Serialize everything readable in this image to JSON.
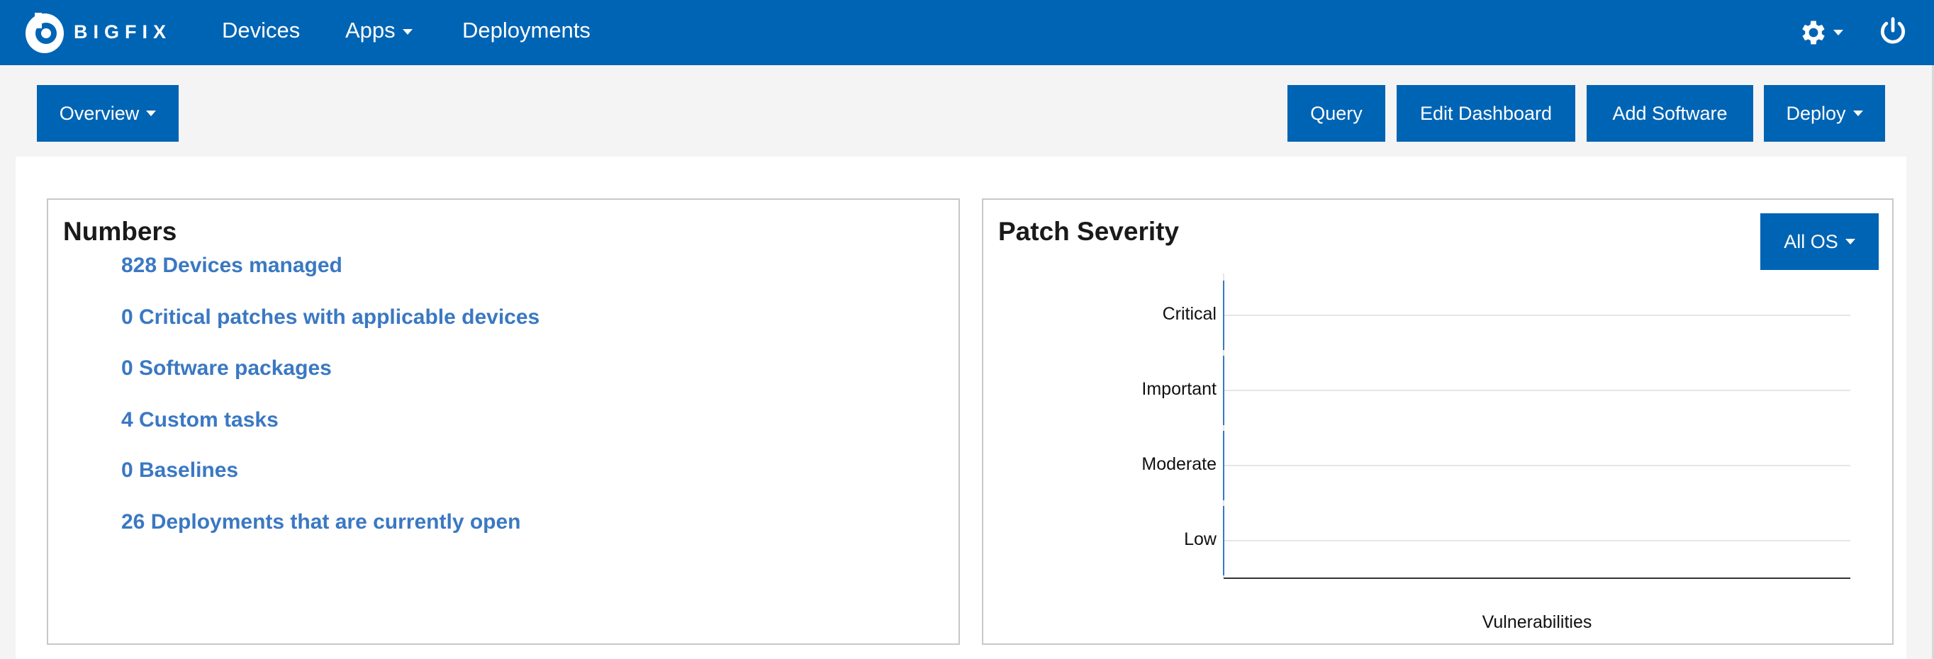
{
  "nav": {
    "brand": "BIGFIX",
    "items": [
      {
        "label": "Devices",
        "dropdown": false
      },
      {
        "label": "Apps",
        "dropdown": true
      },
      {
        "label": "Deployments",
        "dropdown": false
      }
    ],
    "icons": [
      "settings-gear-icon",
      "power-icon"
    ]
  },
  "toolbar": {
    "overview_label": "Overview",
    "query_label": "Query",
    "edit_dashboard_label": "Edit Dashboard",
    "add_software_label": "Add Software",
    "deploy_label": "Deploy"
  },
  "numbers": {
    "title": "Numbers",
    "items": [
      "828 Devices managed",
      "0 Critical patches with applicable devices",
      "0 Software packages",
      "4 Custom tasks",
      "0 Baselines",
      "26 Deployments that are currently open"
    ]
  },
  "patch": {
    "title": "Patch Severity",
    "filter_label": "All OS"
  },
  "chart_data": {
    "type": "bar",
    "orientation": "horizontal",
    "categories": [
      "Critical",
      "Important",
      "Moderate",
      "Low"
    ],
    "values": [
      0,
      0,
      0,
      0
    ],
    "xlabel": "Vulnerabilities",
    "ylabel": "",
    "grid": true,
    "bar_color": "#3a78c3"
  },
  "colors": {
    "brand": "#0064b4",
    "link": "#3a78c3"
  }
}
